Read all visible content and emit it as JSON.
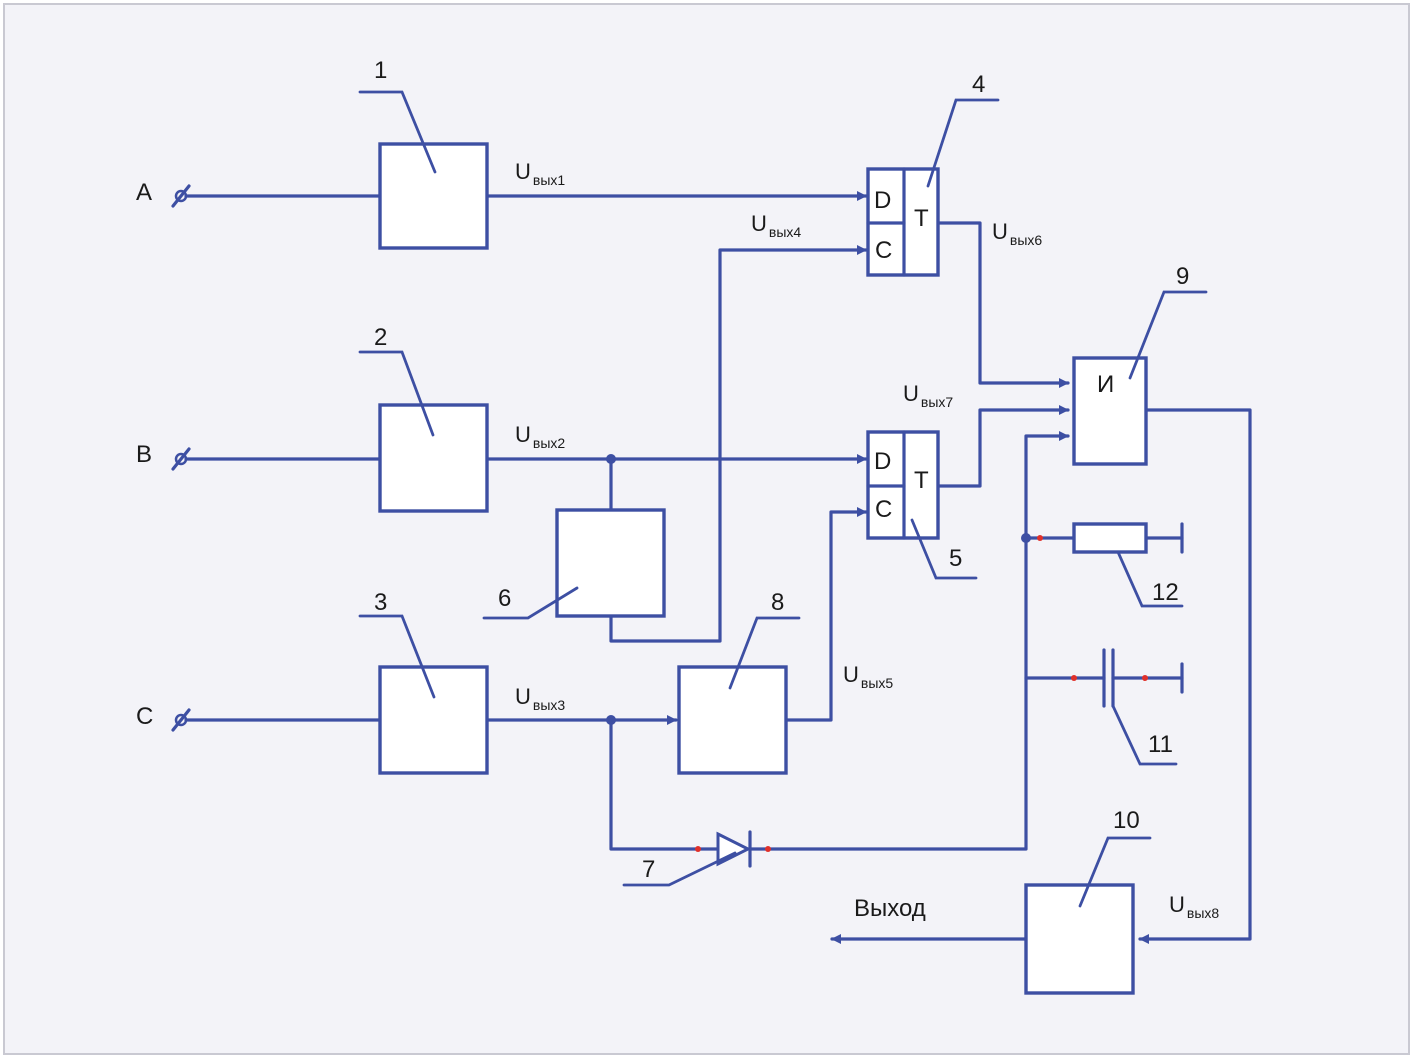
{
  "inputs": {
    "a": "A",
    "b": "B",
    "c": "C"
  },
  "block_numbers": {
    "n1": "1",
    "n2": "2",
    "n3": "3",
    "n4": "4",
    "n5": "5",
    "n6": "6",
    "n7": "7",
    "n8": "8",
    "n9": "9",
    "n10": "10",
    "n11": "11",
    "n12": "12"
  },
  "trigger_4": {
    "d": "D",
    "c": "C",
    "t": "T"
  },
  "trigger_5": {
    "d": "D",
    "c": "C",
    "t": "T"
  },
  "and_gate": {
    "label": "И"
  },
  "signals": {
    "u": "U",
    "s1": "вых1",
    "s2": "вых2",
    "s3": "вых3",
    "s4": "вых4",
    "s5": "вых5",
    "s6": "вых6",
    "s7": "вых7",
    "s8": "вых8"
  },
  "output": {
    "label": "Выход"
  },
  "colors": {
    "line": "#3d4fa3",
    "background": "#f3f3f8",
    "border": "#c9c9d2",
    "marker": "#e0302a"
  }
}
